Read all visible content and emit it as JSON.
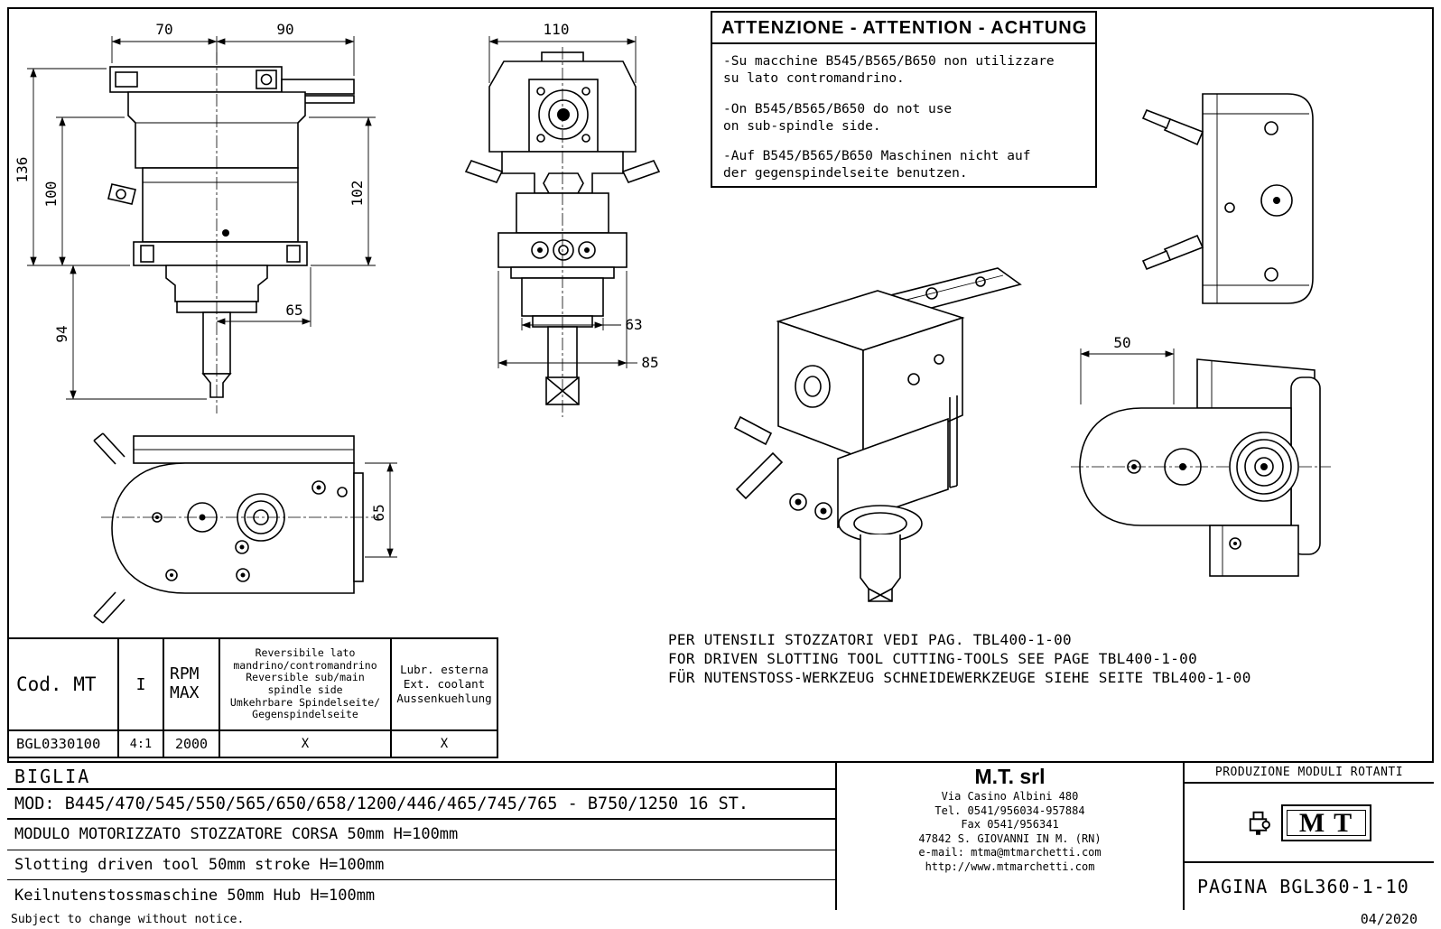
{
  "sheet": {
    "footer_note": "Subject to change without notice.",
    "date": "04/2020"
  },
  "warning": {
    "title": "ATTENZIONE - ATTENTION - ACHTUNG",
    "lines": [
      "-Su macchine B545/B565/B650 non utilizzare",
      "su lato contromandrino.",
      "-On B545/B565/B650 do not use",
      "on sub-spindle side.",
      "-Auf B545/B565/B650 Maschinen nicht auf",
      "der gegenspindelseite benutzen."
    ]
  },
  "dimensions": {
    "front_width_left": "70",
    "front_width_right": "90",
    "front_height_total": "136",
    "front_height_body": "100",
    "front_height_right": "102",
    "front_height_lower": "94",
    "front_offset": "65",
    "side_width": "110",
    "side_lower_width": "63",
    "side_flange_width": "85",
    "plan_height": "65",
    "right_offset": "50"
  },
  "notes": {
    "it": "PER UTENSILI STOZZATORI VEDI PAG. TBL400-1-00",
    "en": "FOR DRIVEN SLOTTING TOOL CUTTING-TOOLS SEE PAGE TBL400-1-00",
    "de": "FÜR NUTENSTOSS-WERKZEUG SCHNEIDEWERKZEUGE SIEHE SEITE TBL400-1-00"
  },
  "spec_table": {
    "header_cod": "Cod. MT",
    "header_ratio": "I",
    "header_rpm": [
      "RPM",
      "MAX"
    ],
    "header_reversible": [
      "Reversibile lato",
      "mandrino/contromandrino",
      "Reversible sub/main",
      "spindle side",
      "Umkehrbare Spindelseite/",
      "Gegenspindelseite"
    ],
    "header_lubr": [
      "Lubr. esterna",
      "Ext. coolant",
      "Aussenkuehlung"
    ],
    "row": {
      "cod": "BGL0330100",
      "ratio": "4:1",
      "rpm": "2000",
      "reversible": "X",
      "lubr": "X"
    }
  },
  "title_block": {
    "brand": "BIGLIA",
    "models": "MOD: B445/470/545/550/565/650/658/1200/446/465/745/765 - B750/1250 16 ST.",
    "description_it": "MODULO MOTORIZZATO STOZZATORE CORSA 50mm H=100mm",
    "description_en": "Slotting driven tool 50mm stroke H=100mm",
    "description_de": "Keilnutenstossmaschine 50mm Hub H=100mm",
    "company": {
      "name": "M.T. srl",
      "address": "Via Casino Albini 480",
      "tel": "Tel. 0541/956034-957884",
      "fax": "Fax 0541/956341",
      "city": "47842 S. GIOVANNI IN M. (RN)",
      "email": "e-mail: mtma@mtmarchetti.com",
      "web": "http://www.mtmarchetti.com"
    },
    "production": "PRODUZIONE MODULI ROTANTI",
    "logo_text": "MT",
    "page": "PAGINA BGL360-1-10"
  }
}
